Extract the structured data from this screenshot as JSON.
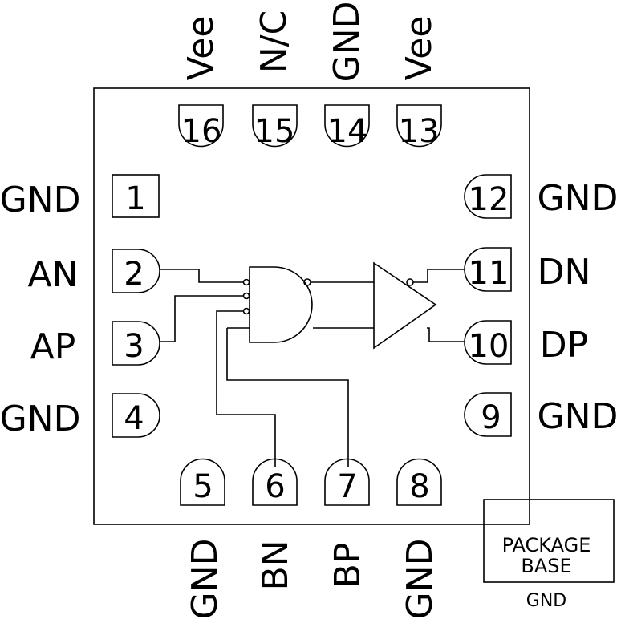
{
  "pins": [
    {
      "num": "1",
      "name": "GND"
    },
    {
      "num": "2",
      "name": "AN"
    },
    {
      "num": "3",
      "name": "AP"
    },
    {
      "num": "4",
      "name": "GND"
    },
    {
      "num": "5",
      "name": "GND"
    },
    {
      "num": "6",
      "name": "BN"
    },
    {
      "num": "7",
      "name": "BP"
    },
    {
      "num": "8",
      "name": "GND"
    },
    {
      "num": "9",
      "name": "GND"
    },
    {
      "num": "10",
      "name": "DP"
    },
    {
      "num": "11",
      "name": "DN"
    },
    {
      "num": "12",
      "name": "GND"
    },
    {
      "num": "13",
      "name": "Vee"
    },
    {
      "num": "14",
      "name": "GND"
    },
    {
      "num": "15",
      "name": "N/C"
    },
    {
      "num": "16",
      "name": "Vee"
    }
  ],
  "package_base": {
    "line1": "PACKAGE",
    "line2": "BASE",
    "pin": "GND"
  }
}
